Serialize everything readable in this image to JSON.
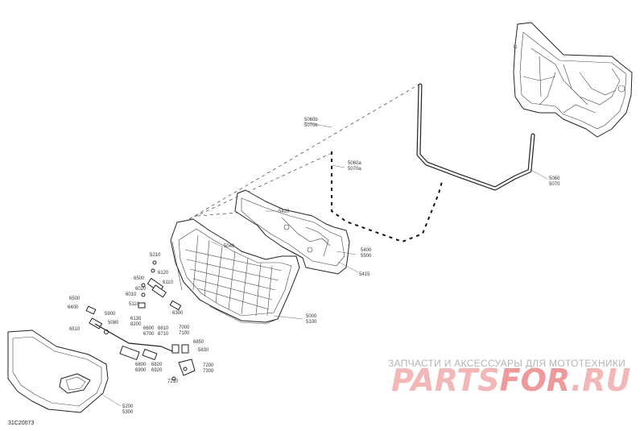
{
  "diagram_code": "31C20073",
  "watermark": {
    "caption": "ЗАПЧАСТИ И АКСЕССУАРЫ ДЛЯ МОТОТЕХНИКИ",
    "logo_text": "PARTSFOR.RU",
    "logo_part1": "PARTS",
    "logo_part2": "FOR",
    "logo_part3": ".RU"
  },
  "callouts": [
    "5060b",
    "5070b",
    "5060a",
    "5070a",
    "5060",
    "5070",
    "5420",
    "5400",
    "5500",
    "5415",
    "5040",
    "5210",
    "6120",
    "6110",
    "6020",
    "6010",
    "6500",
    "6400",
    "6300",
    "5110",
    "5900",
    "5080",
    "5500",
    "6510",
    "6130",
    "8200",
    "6600",
    "6700",
    "6810",
    "8710",
    "7000",
    "7100",
    "6850",
    "5830",
    "6800",
    "6900",
    "6820",
    "6920",
    "7200",
    "7300",
    "7210",
    "5000",
    "5100",
    "5200",
    "5300"
  ]
}
